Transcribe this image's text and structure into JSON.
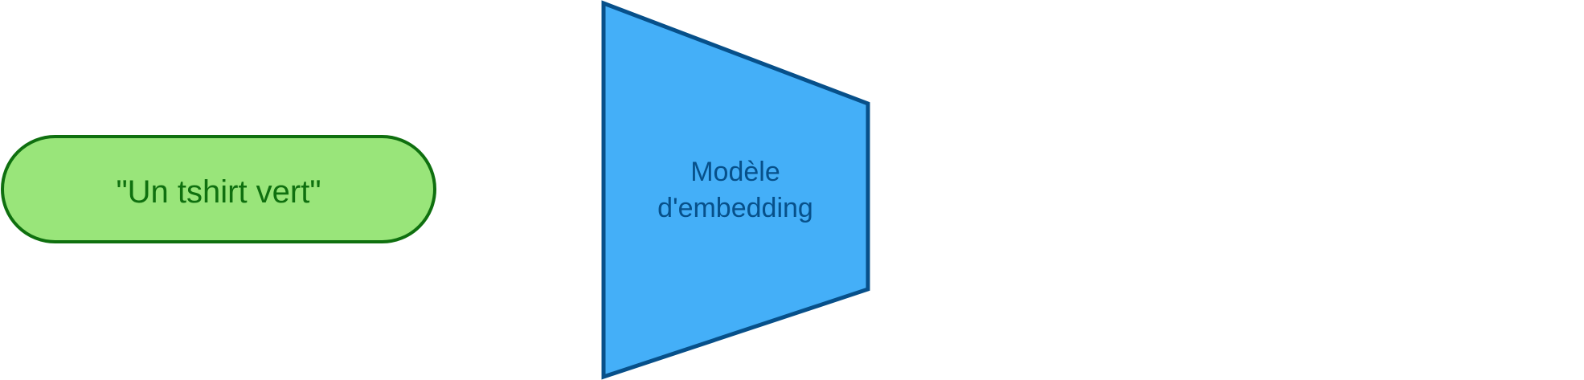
{
  "input": {
    "label": "\"Un tshirt vert\""
  },
  "model": {
    "label_line1": "Modèle",
    "label_line2": "d'embedding"
  },
  "colors": {
    "input_fill": "#99e57a",
    "input_stroke": "#0f700f",
    "input_text": "#0f700f",
    "model_fill": "#44aff8",
    "model_stroke": "#07508a",
    "model_text": "#07508a"
  }
}
